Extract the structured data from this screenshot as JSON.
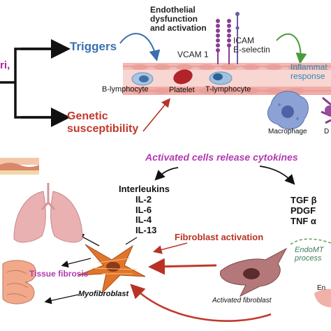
{
  "left_cut_text": "ri,",
  "triggers": "Triggers",
  "genetic": [
    "Genetic",
    "susceptibility"
  ],
  "endothelial": [
    "Endothelial",
    "dysfunction",
    "and activation"
  ],
  "vcam": "VCAM 1",
  "icam": [
    "ICAM",
    "E-selectin"
  ],
  "inflammatory": [
    "Inflammat",
    "response"
  ],
  "b_lymphocyte": "B-lymphocyte",
  "platelet": "Platelet",
  "t_lymphocyte": "T-lymphocyte",
  "macrophage": "Macrophage",
  "d_cut": "D",
  "activated_cells": "Activated cells release cytokines",
  "interleukins": [
    "Interleukins",
    "IL-2",
    "IL-6",
    "IL-4",
    "IL-13"
  ],
  "cytokines_right": [
    "TGF β",
    "PDGF",
    "TNF α"
  ],
  "fibroblast_activation": "Fibroblast activation",
  "endomt": [
    "EndoMT",
    "process"
  ],
  "en_cut": "En",
  "tissue_fibrosis": "Tissue fibrosis",
  "myofibroblast": "Myofibroblast",
  "activated_fibroblast": "Activated fibroblast",
  "colors": {
    "triggers": "#3a6fb0",
    "genetic": "#c0392b",
    "purple_heading": "#b23ab0",
    "fibroblast": "#b83226",
    "inflammatory": "#2a8ab8",
    "endomt": "#3f7f5f",
    "left_cut": "#b0249a"
  }
}
